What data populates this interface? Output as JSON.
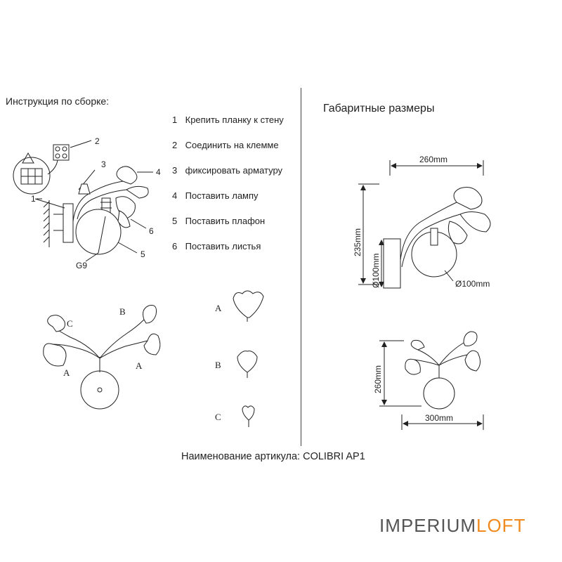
{
  "left_heading": "Инструкция по сборке:",
  "right_heading": "Габаритные размеры",
  "steps": [
    {
      "num": "1",
      "text": "Крепить планку к стену"
    },
    {
      "num": "2",
      "text": "Соединить на клемме"
    },
    {
      "num": "3",
      "text": "фиксировать арматуру"
    },
    {
      "num": "4",
      "text": "Поставить лампу"
    },
    {
      "num": "5",
      "text": "Поставить плафон"
    },
    {
      "num": "6",
      "text": "Поставить листья"
    }
  ],
  "callouts": {
    "c1": "1",
    "c2": "2",
    "c3": "3",
    "c4": "4",
    "c5": "5",
    "c6": "6",
    "lamp": "G9"
  },
  "leaf_letters": {
    "a": "A",
    "b": "B",
    "c": "C"
  },
  "dimensions": {
    "width_top": "260mm",
    "height_side": "235mm",
    "backplate_dia": "Ø100mm",
    "shade_dia": "Ø100mm",
    "front_height": "260mm",
    "front_width": "300mm"
  },
  "article": "Наименование артикула: COLIBRI AP1",
  "brand": {
    "part1": "IMPERIUM",
    "part2": "LOFT",
    "accent": "#f08a1e"
  }
}
